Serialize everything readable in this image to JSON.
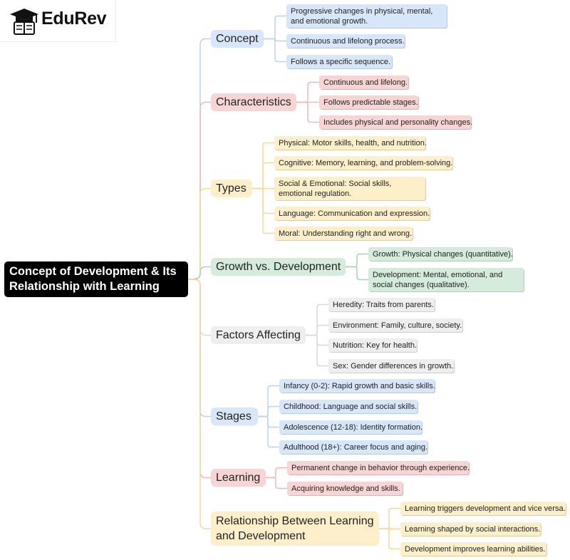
{
  "brand": {
    "name": "EduRev"
  },
  "root": {
    "title": "Concept of Development & Its Relationship with Learning"
  },
  "branches": [
    {
      "label": "Concept",
      "leaves": [
        "Progressive changes in physical, mental, and emotional growth.",
        "Continuous and lifelong process.",
        "Follows a specific sequence."
      ]
    },
    {
      "label": "Characteristics",
      "leaves": [
        "Continuous and lifelong.",
        "Follows predictable stages.",
        "Includes physical and personality changes."
      ]
    },
    {
      "label": "Types",
      "leaves": [
        "Physical: Motor skills, health, and nutrition.",
        "Cognitive: Memory, learning, and problem-solving.",
        "Social & Emotional: Social skills, emotional regulation.",
        "Language: Communication and expression.",
        "Moral: Understanding right and wrong."
      ]
    },
    {
      "label": "Growth vs. Development",
      "leaves": [
        "Growth: Physical changes (quantitative).",
        "Development: Mental, emotional, and social changes (qualitative)."
      ]
    },
    {
      "label": "Factors Affecting",
      "leaves": [
        "Heredity: Traits from parents.",
        "Environment: Family, culture, society.",
        "Nutrition: Key for health.",
        "Sex: Gender differences in growth."
      ]
    },
    {
      "label": "Stages",
      "leaves": [
        "Infancy (0-2): Rapid growth and basic skills.",
        "Childhood: Language and social skills.",
        "Adolescence (12-18): Identity formation.",
        "Adulthood (18+): Career focus and aging."
      ]
    },
    {
      "label": "Learning",
      "leaves": [
        "Permanent change in behavior through experience.",
        "Acquiring knowledge and skills."
      ]
    },
    {
      "label": "Relationship Between Learning and Development",
      "leaves": [
        "Learning triggers development and vice versa.",
        "Learning shaped by social interactions.",
        "Development improves learning abilities."
      ]
    }
  ],
  "colors": {
    "blue": "#d7e6f8",
    "red": "#f7d5d4",
    "yellow": "#fcefc9",
    "green": "#d5ebdb",
    "gray": "#eeeeee",
    "root": "#000000"
  }
}
